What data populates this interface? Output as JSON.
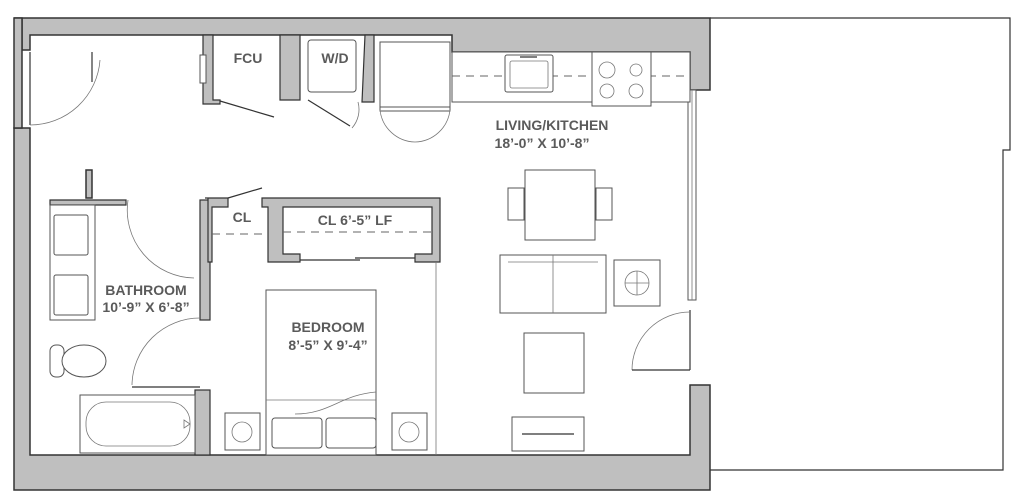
{
  "plan": {
    "rooms": {
      "living": {
        "name": "LIVING/KITCHEN",
        "dims": "18’-0” X 10’-8”"
      },
      "bathroom": {
        "name": "BATHROOM",
        "dims": "10’-9” X 6’-8”"
      },
      "bedroom": {
        "name": "BEDROOM",
        "dims": "8’-5” X 9’-4”"
      }
    },
    "closets": {
      "fcu": "FCU",
      "wd": "W/D",
      "cl": "CL",
      "cl_long": "CL 6’-5” LF"
    },
    "colors": {
      "wall": "#bfbfbf",
      "line": "#333333",
      "label": "#5a5a5a"
    }
  }
}
